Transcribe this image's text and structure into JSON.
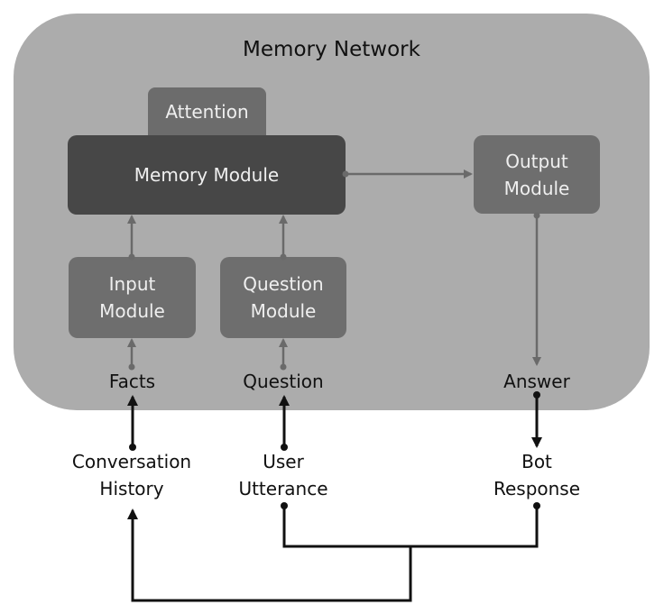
{
  "title": "Memory Network",
  "modules": {
    "attention": "Attention",
    "memory": "Memory Module",
    "output": [
      "Output",
      "Module"
    ],
    "input": [
      "Input",
      "Module"
    ],
    "question": [
      "Question",
      "Module"
    ]
  },
  "labels": {
    "facts": "Facts",
    "question": "Question",
    "answer": "Answer",
    "conversation_history": [
      "Conversation",
      "History"
    ],
    "user_utterance": [
      "User",
      "Utterance"
    ],
    "bot_response": [
      "Bot",
      "Response"
    ]
  },
  "colors": {
    "panel": "#acacac",
    "memory_module": "#474747",
    "module": "#6e6e6e",
    "inner_arrow": "#6a6a6a",
    "outer_arrow": "#111111"
  }
}
